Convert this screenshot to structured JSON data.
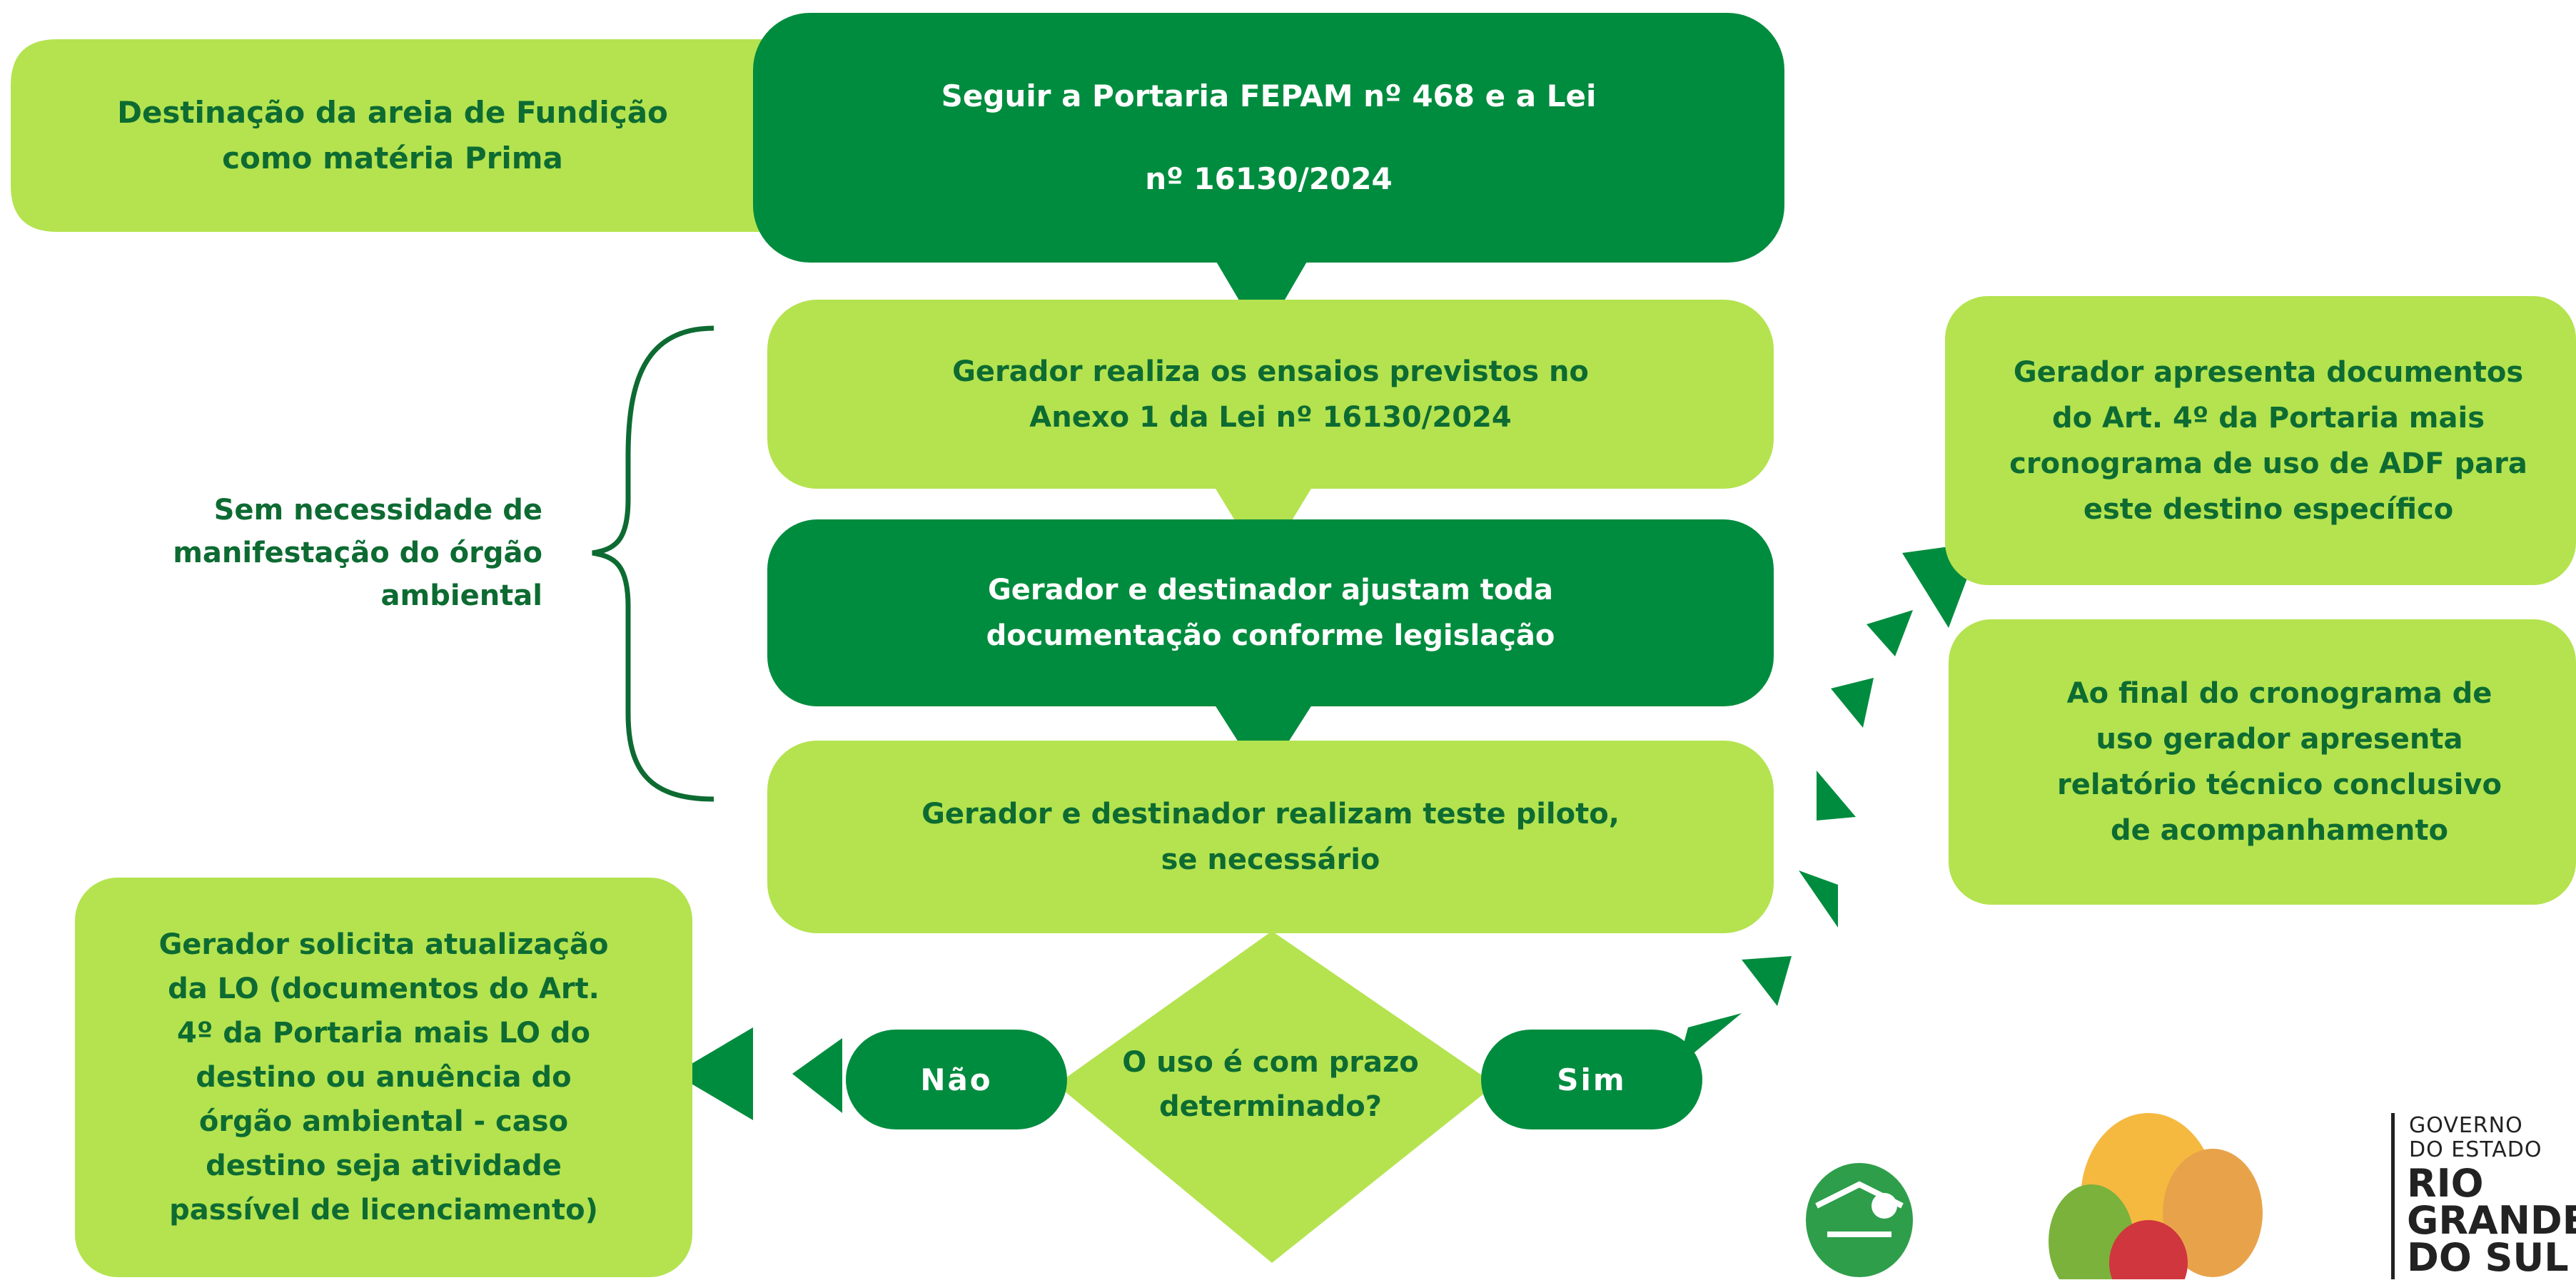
{
  "flow": {
    "start_label": "Destinação da areia de Fundição\ncomo matéria Prima",
    "step1_line1": "Seguir a Portaria FEPAM nº 468 e a Lei",
    "step1_line2": "nº  16130/2024",
    "step2": "Gerador realiza os ensaios previstos no\nAnexo 1 da Lei nº 16130/2024",
    "step3": "Gerador e destinador ajustam toda\ndocumentação conforme legislação",
    "step4": "Gerador e destinador realizam teste piloto,\nse necessário",
    "decision": "O uso é com prazo\ndeterminado?",
    "no_label": "Não",
    "yes_label": "Sim",
    "no_result": "Gerador solicita atualização\nda LO (documentos do Art.\n4º da Portaria mais LO do\ndestino ou anuência do\nórgão ambiental - caso\ndestino seja atividade\npassível de licenciamento)",
    "yes_result1": "Gerador apresenta documentos\ndo Art. 4º da Portaria mais\ncronograma de uso de ADF para\neste destino específico",
    "yes_result2": "Ao final do cronograma de\nuso gerador apresenta\nrelatório técnico conclusivo\nde acompanhamento"
  },
  "side_note": "Sem necessidade de\nmanifestação do órgão\nambiental",
  "logos": {
    "gov_line1": "GOVERNO",
    "gov_line2": "DO ESTADO",
    "gov_line3": "RIO",
    "gov_line4": "GRANDE",
    "gov_line5": "DO SUL"
  },
  "colors": {
    "light_green": "#b4e34f",
    "dark_green": "#008c3e",
    "text_green": "#0d6b32"
  }
}
